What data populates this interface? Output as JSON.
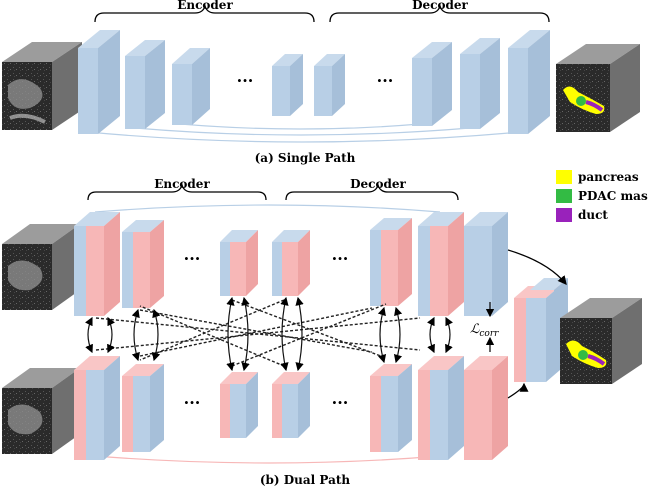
{
  "single_path": {
    "encoder_label": "Encoder",
    "decoder_label": "Decoder",
    "caption": "(a) Single Path",
    "ellipsis_left": "···",
    "ellipsis_right": "···"
  },
  "dual_path": {
    "encoder_label": "Encoder",
    "decoder_label": "Decoder",
    "caption": "(b) Dual Path",
    "ellipsis": "···",
    "loss_label": "ℒ",
    "loss_subscript": "corr"
  },
  "legend": {
    "items": [
      {
        "label": "pancreas",
        "color": "#ffff00"
      },
      {
        "label": "PDAC mass",
        "color": "#33bb44"
      },
      {
        "label": "duct",
        "color": "#9922bb"
      }
    ]
  },
  "colors": {
    "blue_face": "#b8cfe6",
    "blue_side": "#a6bfd9",
    "pink_face": "#f7b7b7",
    "pink_side": "#eea3a3",
    "cube_gray": "#8a8a8a"
  }
}
